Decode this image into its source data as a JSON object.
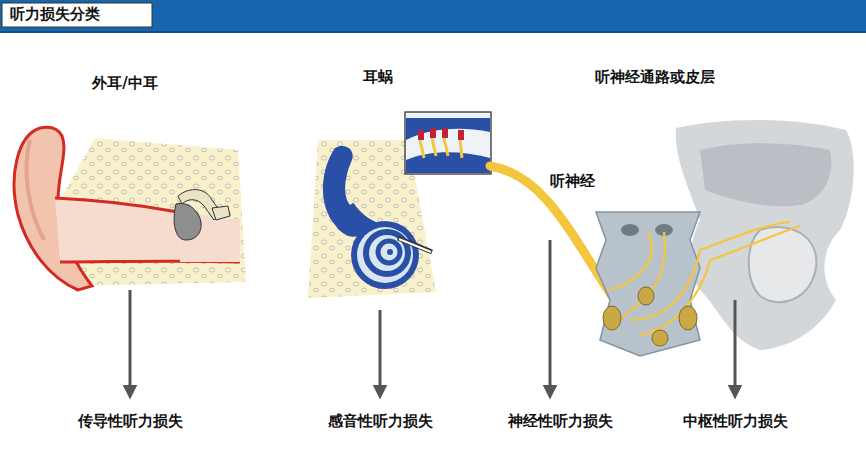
{
  "diagram": {
    "title": "听力损失分类",
    "labels": [
      "外耳/中耳",
      "耳蜗",
      "听神经通路或皮层",
      "听神经",
      "传导性听力损失",
      "感音性听力损失",
      "神经性听力损失",
      "中枢性听力损失"
    ]
  }
}
